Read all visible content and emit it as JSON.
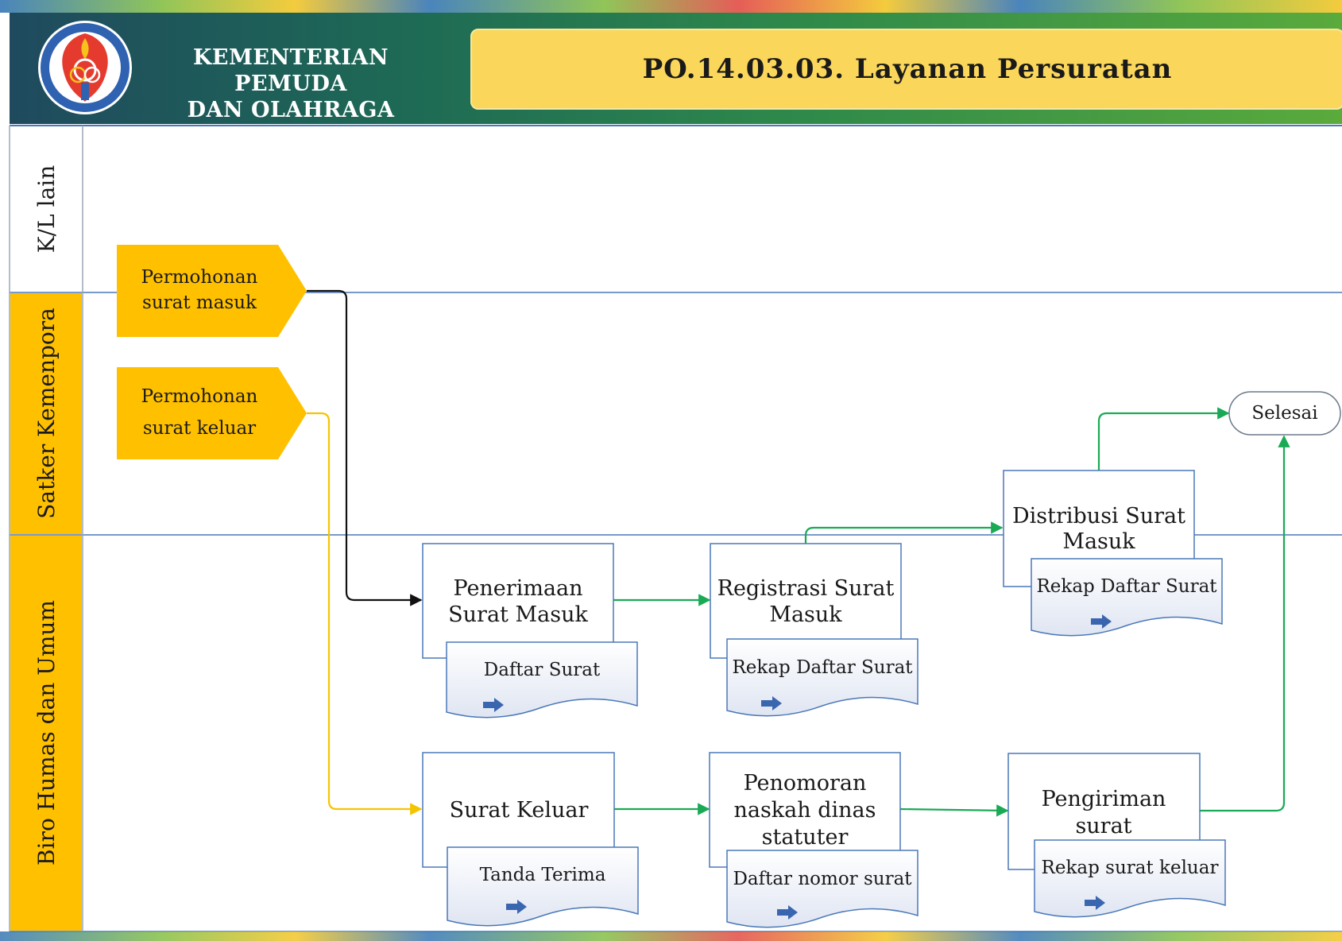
{
  "header": {
    "org_line1": "KEMENTERIAN PEMUDA",
    "org_line2": "DAN OLAHRAGA",
    "title": "PO.14.03.03.  Layanan Persuratan",
    "logo_icon": "kemenpora-emblem-icon"
  },
  "lanes": [
    {
      "label": "K/L lain"
    },
    {
      "label": "Satker Kemenpora"
    },
    {
      "label": "Biro Humas dan Umum"
    }
  ],
  "inputs": [
    {
      "line1": "Permohonan",
      "line2": "surat masuk"
    },
    {
      "line1": "Permohonan",
      "line2": "surat keluar"
    }
  ],
  "processes": {
    "penerimaan": {
      "line1": "Penerimaan",
      "line2": "Surat Masuk",
      "doc": "Daftar Surat"
    },
    "registrasi": {
      "line1": "Registrasi Surat",
      "line2": "Masuk",
      "doc": "Rekap Daftar Surat"
    },
    "distribusi": {
      "line1": "Distribusi Surat",
      "line2": "Masuk",
      "doc": "Rekap Daftar Surat"
    },
    "surat_keluar": {
      "line1": "Surat Keluar",
      "doc": "Tanda Terima"
    },
    "penomoran": {
      "line1": "Penomoran",
      "line2": "naskah dinas",
      "line3": "statuter",
      "doc": "Daftar nomor surat"
    },
    "pengiriman": {
      "line1": "Pengiriman",
      "line2": "surat",
      "doc": "Rekap surat keluar"
    }
  },
  "terminal": {
    "label": "Selesai"
  },
  "colors": {
    "header_dark": "#1f4a5e",
    "header_green": "#5aaa3c",
    "title_yellow": "#fad65a",
    "lane_yellow": "#ffc000",
    "flow_black": "#111111",
    "flow_yellow": "#f5c400",
    "flow_green": "#1aaa55",
    "doc_arrow_blue": "#3a66b0",
    "lane_line": "#4a78b8"
  }
}
